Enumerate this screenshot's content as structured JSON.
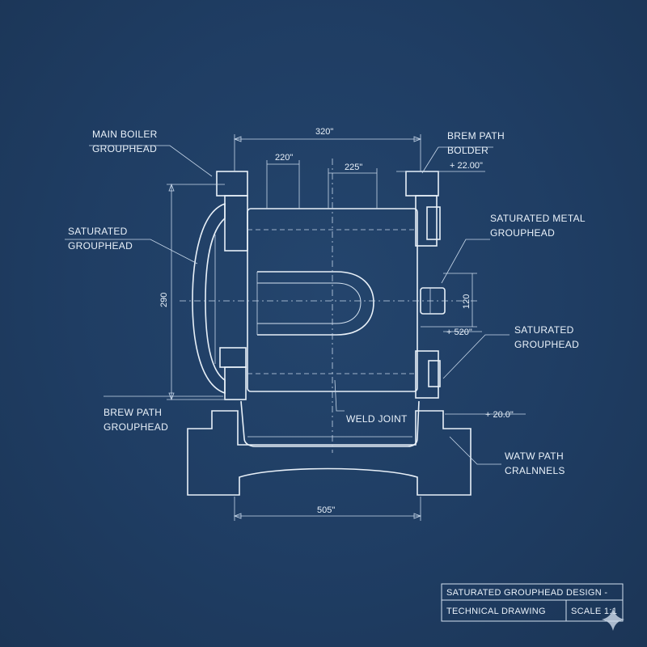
{
  "labels": {
    "main_boiler": [
      "MAIN BOILER",
      "GROUPHEAD"
    ],
    "brem_path": [
      "BREM PATH",
      "BOLDER"
    ],
    "saturated_left": [
      "SATURATED",
      "GROUPHEAD"
    ],
    "saturated_metal": [
      "SATURATED METAL",
      "GROUPHEAD"
    ],
    "saturated_right": [
      "SATURATED",
      "GROUPHEAD"
    ],
    "brew_path": [
      "BREW PATH",
      "GROUPHEAD"
    ],
    "weld_joint": "WELD JOINT",
    "watw_path": [
      "WATW PATH",
      "CRALNNELS"
    ]
  },
  "dimensions": {
    "top_overall": "320\"",
    "top_left": "220\"",
    "top_mid": "225\"",
    "top_right": "+ 22.00\"",
    "left_vertical": "290",
    "right_vertical": "120",
    "right_mid": "+ 520\"",
    "right_low": "+ 20.0\"",
    "bottom_overall": "505\""
  },
  "title_block": {
    "title": "SATURATED GROUPHEAD DESIGN -",
    "subtitle": "TECHNICAL DRAWING",
    "scale": "SCALE 1:1"
  },
  "colors": {
    "background": "#1e3a5f",
    "ink": "#e8f0f8"
  }
}
